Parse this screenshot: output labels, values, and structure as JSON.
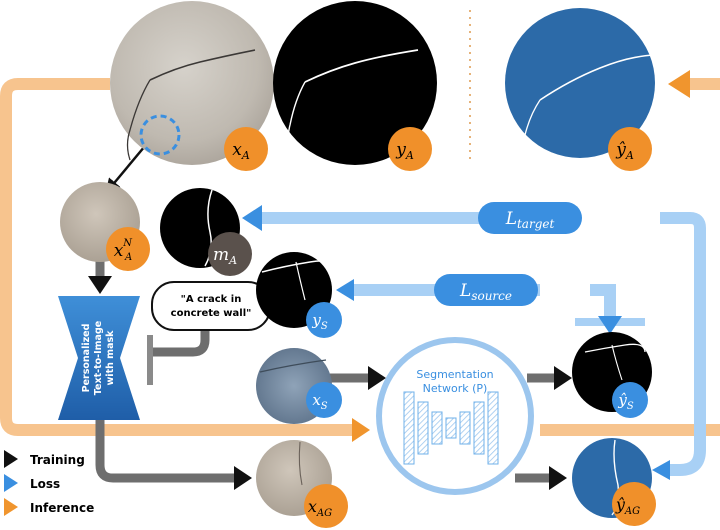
{
  "labels": {
    "x_a": "x",
    "x_a_sub": "A",
    "y_a": "y",
    "y_a_sub": "A",
    "yhat_a": "ŷ",
    "yhat_a_sub": "A",
    "x_a_n": "x",
    "x_a_n_sup": "N",
    "x_a_n_sub": "A",
    "m_a": "m",
    "m_a_sub": "A",
    "y_s": "y",
    "y_s_sub": "S",
    "x_s": "x",
    "x_s_sub": "S",
    "yhat_s": "ŷ",
    "yhat_s_sub": "S",
    "x_ag": "x",
    "x_ag_sub": "AG",
    "yhat_ag": "ŷ",
    "yhat_ag_sub": "AG"
  },
  "losses": {
    "target": "L",
    "target_sub": "target",
    "source": "L",
    "source_sub": "source"
  },
  "prompt": {
    "line1": "\"A crack in",
    "line2": "concrete wall\""
  },
  "generator": {
    "lines": [
      "Personalized",
      "Text-to-Image",
      "with mask"
    ]
  },
  "network": {
    "line1": "Segmentation",
    "line2": "Network (P)"
  },
  "legend": [
    {
      "label": "Training",
      "color": "#111111"
    },
    {
      "label": "Loss",
      "color": "#3a8fe0"
    },
    {
      "label": "Inference",
      "color": "#f0952e"
    }
  ],
  "colors": {
    "orange_badge": "#f0902a",
    "blue_badge": "#3a8fe0",
    "dark_badge": "#5a514c",
    "inference_flow": "#f7c48e",
    "loss_flow": "#a8d0f5",
    "training_flow": "#6e6e6e",
    "mask_blue": "#2c6aa8"
  }
}
